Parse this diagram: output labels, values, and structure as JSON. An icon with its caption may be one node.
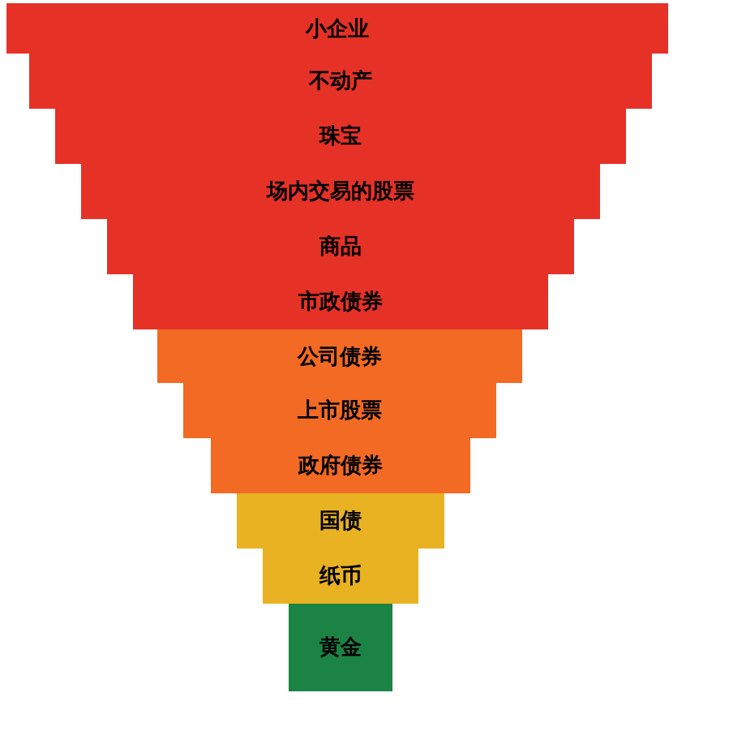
{
  "diagram": {
    "nodes": [
      {
        "text": [
          "小企业"
        ]
      },
      {
        "text": [
          "不动产"
        ]
      },
      {
        "text": [
          "珠宝"
        ]
      },
      {
        "text": [
          "场内交易的股票"
        ]
      },
      {
        "text": [
          "商品"
        ]
      },
      {
        "text": [
          "市政债券"
        ]
      },
      {
        "text": [
          "公司债券"
        ]
      },
      {
        "text": [
          "上市股票"
        ]
      },
      {
        "text": [
          "政府债券"
        ]
      },
      {
        "text": [
          "国债"
        ]
      },
      {
        "text": [
          "纸币"
        ]
      },
      {
        "text": [
          "黄金"
        ]
      }
    ]
  }
}
